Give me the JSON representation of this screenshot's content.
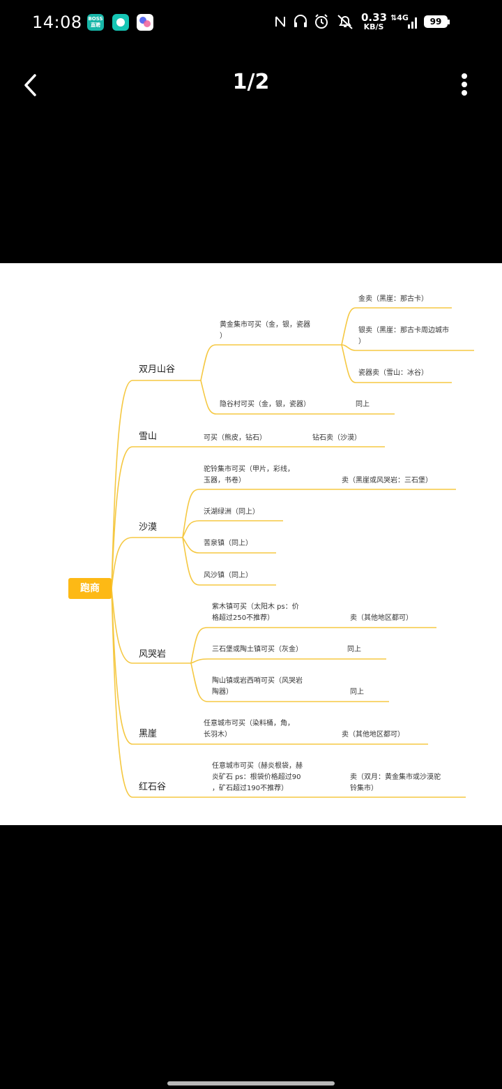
{
  "status_bar": {
    "time": "14:08",
    "apps": [
      "BOSS直聘",
      "chat-app-icon",
      "orb-app-icon"
    ],
    "net_speed_value": "0.33",
    "net_speed_unit": "KB/S",
    "network": "4G",
    "battery": "99"
  },
  "viewer": {
    "page_indicator": "1/2",
    "back_icon": "chevron-left-icon",
    "more_icon": "vertical-dots-icon"
  },
  "mindmap": {
    "root": "跑商",
    "line_color": "#f5c842",
    "root_color": "#fdb915",
    "branches": [
      {
        "name": "双月山谷",
        "children": [
          {
            "text": [
              "黄金集市可买（金，银，瓷器",
              "）"
            ],
            "children": [
              {
                "text": [
                  "金卖（黑崖：那古卡）"
                ]
              },
              {
                "text": [
                  "银卖（黑崖：那古卡周边城市",
                  "）"
                ]
              },
              {
                "text": [
                  "瓷器卖（雪山：冰谷）"
                ]
              }
            ]
          },
          {
            "text": [
              "隐谷村可买（金，银，瓷器）"
            ],
            "sell": [
              "同上"
            ]
          }
        ]
      },
      {
        "name": "雪山",
        "children": [
          {
            "text": [
              "可买（熊皮，钻石）"
            ],
            "sell": [
              "钻石卖（沙漠）"
            ]
          }
        ]
      },
      {
        "name": "沙漠",
        "children": [
          {
            "text": [
              "驼铃集市可买（甲片，彩线，",
              "玉器，书卷）"
            ],
            "sell": [
              "卖（黑崖或风哭岩：三石堡）"
            ]
          },
          {
            "text": [
              "沃湖绿洲（同上）"
            ]
          },
          {
            "text": [
              "苦泉镇（同上）"
            ]
          },
          {
            "text": [
              "风沙镇（同上）"
            ]
          }
        ]
      },
      {
        "name": "风哭岩",
        "children": [
          {
            "text": [
              "紫木镇可买（太阳木 ps：价",
              "格超过250不推荐）"
            ],
            "sell": [
              "卖（其他地区都可）"
            ]
          },
          {
            "text": [
              "三石堡或陶土镇可买（灰金）"
            ],
            "sell": [
              "同上"
            ]
          },
          {
            "text": [
              "陶山镇或岩西哨可买（风哭岩",
              "陶器）"
            ],
            "sell": [
              "同上"
            ]
          }
        ]
      },
      {
        "name": "黑崖",
        "children": [
          {
            "text": [
              "任意城市可买（染料桶，角，",
              "长羽木）"
            ],
            "sell": [
              "卖（其他地区都可）"
            ]
          }
        ]
      },
      {
        "name": "红石谷",
        "children": [
          {
            "text": [
              "任意城市可买（赫炎根袋，赫",
              "炎矿石 ps：根袋价格超过90",
              "，矿石超过190不推荐）"
            ],
            "sell": [
              "卖（双月：黄金集市或沙漠驼",
              "铃集市）"
            ]
          }
        ]
      }
    ]
  }
}
